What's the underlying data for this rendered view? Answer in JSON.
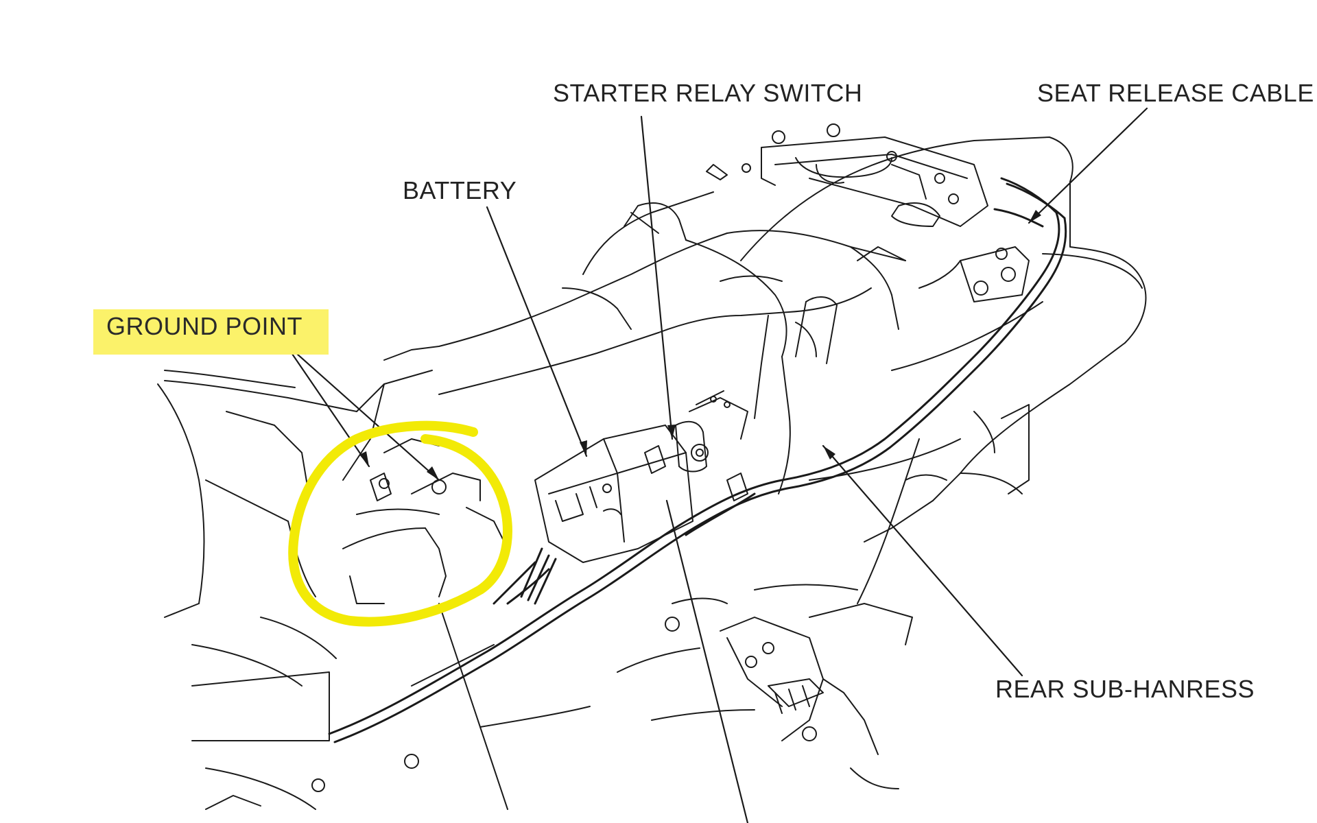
{
  "callouts": {
    "starter_relay_switch": "STARTER RELAY SWITCH",
    "seat_release_cable": "SEAT RELEASE CABLE",
    "battery": "BATTERY",
    "ground_point": "GROUND POINT",
    "rear_sub_harness": "REAR SUB-HANRESS"
  },
  "annotation": {
    "highlight_color": "#fbf26a",
    "circle_color": "#f2ea06"
  },
  "colors": {
    "line_art": "#1a1a1a",
    "text": "#222222",
    "background": "#ffffff"
  }
}
